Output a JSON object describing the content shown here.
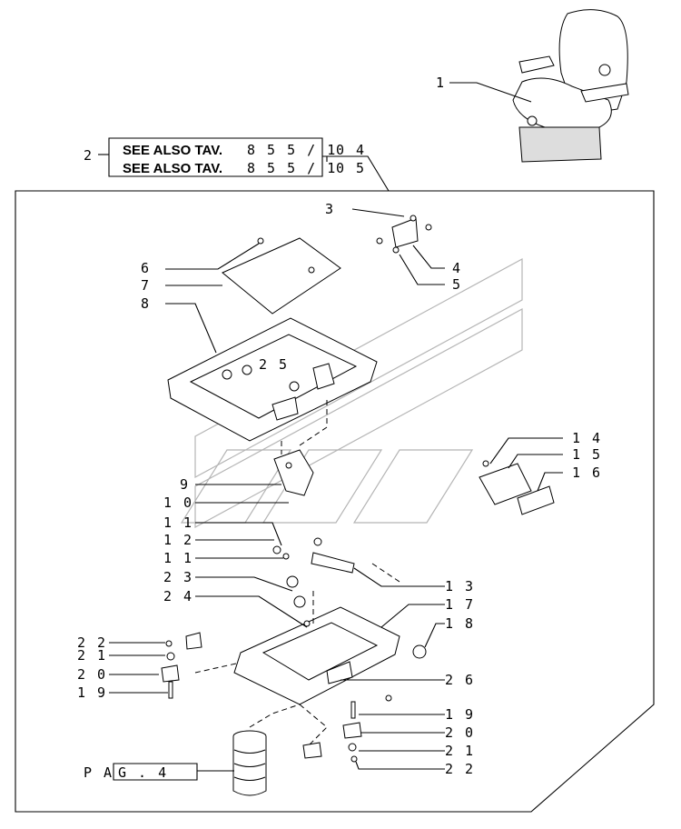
{
  "callouts_right": [
    "1",
    "4",
    "5",
    "1 3",
    "1 7",
    "1 8",
    "2 6",
    "1 4",
    "1 5",
    "1 6",
    "1 9",
    "2 0",
    "2 1",
    "2 2"
  ],
  "callouts_left": [
    "2",
    "3",
    "6",
    "7",
    "8",
    "9",
    "1 0",
    "1 1",
    "1 2",
    "1 1",
    "2 3",
    "2 4",
    "2 2",
    "2 1",
    "2 0",
    "1 9"
  ],
  "inline_label": "2 5",
  "see_also": {
    "line1_prefix": "SEE ALSO TAV.",
    "line1_num": "8 5 5 / 1",
    "line1_suffix": "0 4",
    "line2_prefix": "SEE ALSO TAV.",
    "line2_num": "8 5 5 / 1",
    "line2_suffix": "0 5"
  },
  "page_ref": {
    "prefix": "P A",
    "box": "G .   4"
  },
  "colors": {
    "line": "#000000",
    "watermark": "#b5b5b5",
    "background": "#ffffff"
  }
}
